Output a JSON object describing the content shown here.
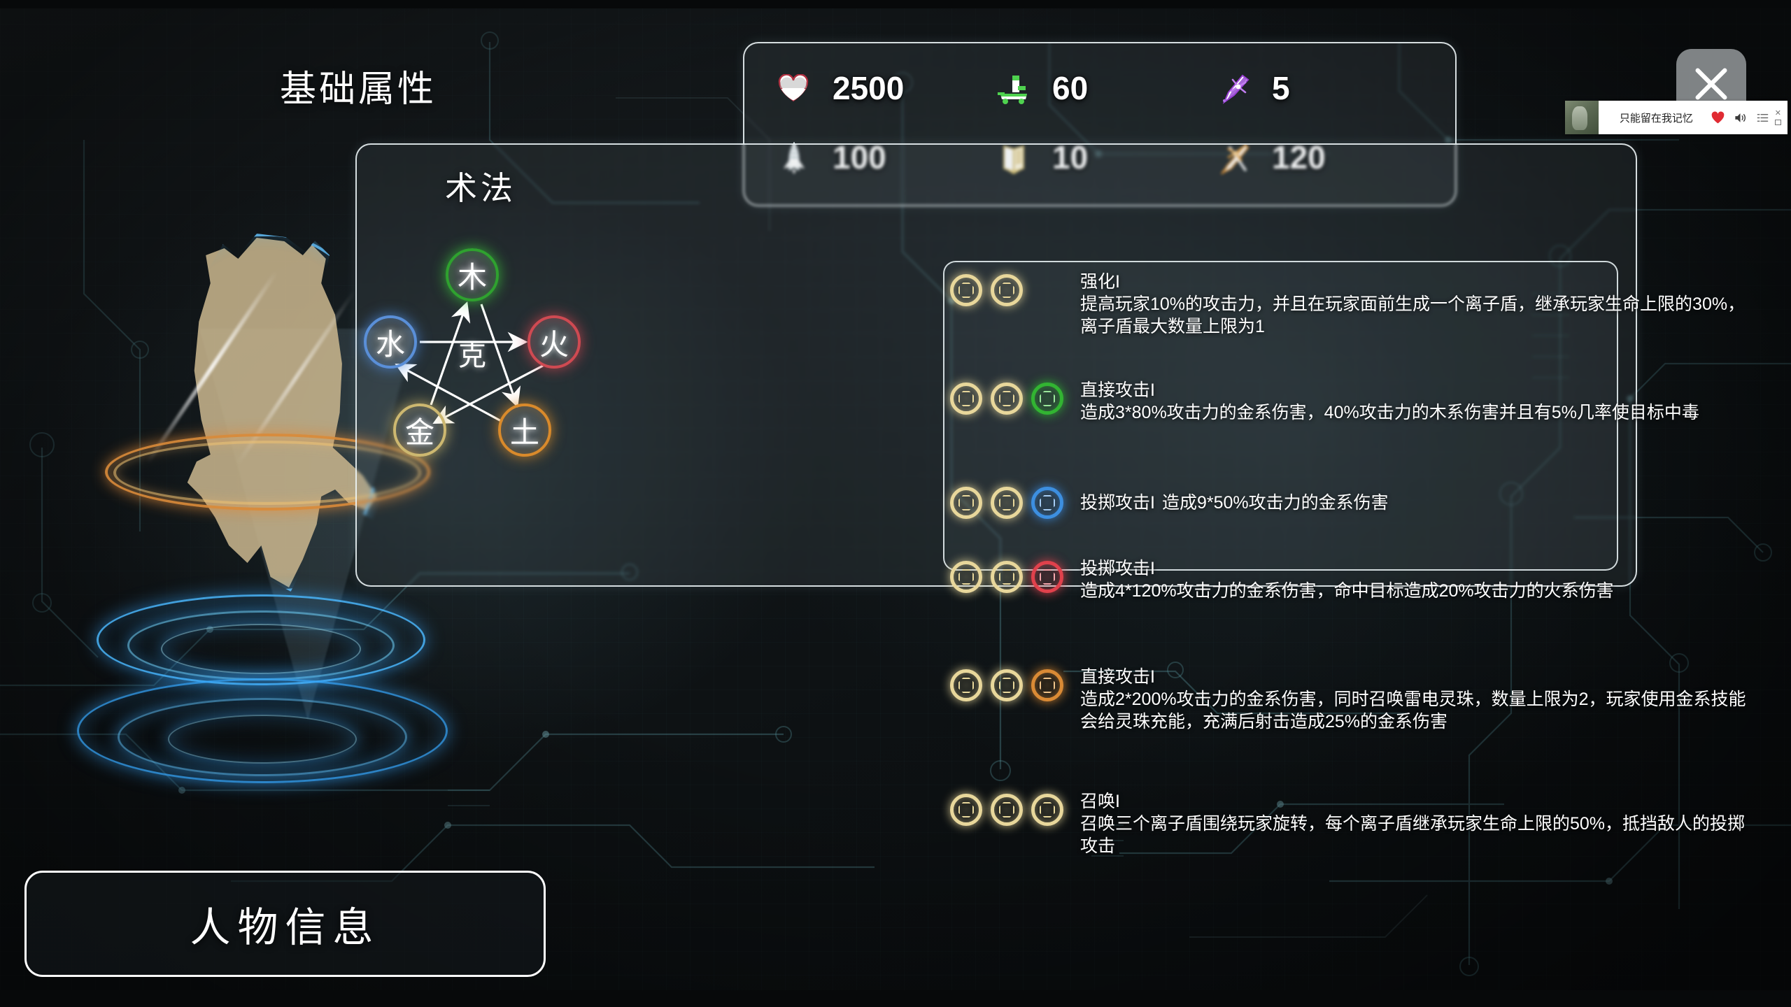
{
  "window": {
    "close_button": "close-icon"
  },
  "stats": {
    "title": "基础属性",
    "items": [
      {
        "icon": "heart-icon",
        "name": "生命值",
        "value": "2500"
      },
      {
        "icon": "shield-icon",
        "name": "防御力",
        "value": "60"
      },
      {
        "icon": "crit-icon",
        "name": "暴击",
        "value": "5"
      },
      {
        "icon": "speed-icon",
        "name": "速度",
        "value": "100"
      },
      {
        "icon": "book-icon",
        "name": "技能点",
        "value": "10"
      },
      {
        "icon": "attack-icon",
        "name": "攻击力",
        "value": "120"
      }
    ]
  },
  "spells": {
    "title": "术法",
    "wuxing": {
      "center_label": "克",
      "elements": [
        {
          "key": "wood",
          "label": "木",
          "color": "#2fa12f"
        },
        {
          "key": "water",
          "label": "水",
          "color": "#5a8fd8"
        },
        {
          "key": "fire",
          "label": "火",
          "color": "#cf4a52"
        },
        {
          "key": "metal",
          "label": "金",
          "color": "#cdb870"
        },
        {
          "key": "earth",
          "label": "土",
          "color": "#d98a2b"
        }
      ]
    },
    "skills": [
      {
        "icons": [
          "gold",
          "gold"
        ],
        "name": "强化I",
        "desc": "提高玩家10%的攻击力，并且在玩家面前生成一个离子盾，继承玩家生命上限的30%，离子盾最大数量上限为1",
        "inline": false
      },
      {
        "icons": [
          "gold",
          "gold",
          "green"
        ],
        "name": "直接攻击I",
        "desc": "造成3*80%攻击力的金系伤害，40%攻击力的木系伤害并且有5%几率使目标中毒",
        "inline": false
      },
      {
        "icons": [
          "gold",
          "gold",
          "blue"
        ],
        "name": "投掷攻击I",
        "desc": "造成9*50%攻击力的金系伤害",
        "inline": true
      },
      {
        "icons": [
          "gold",
          "gold",
          "red"
        ],
        "name": "投掷攻击I",
        "desc": "造成4*120%攻击力的金系伤害，命中目标造成20%攻击力的火系伤害",
        "inline": false
      },
      {
        "icons": [
          "gold",
          "gold",
          "orange"
        ],
        "name": "直接攻击I",
        "desc": "造成2*200%攻击力的金系伤害，同时召唤雷电灵珠，数量上限为2，玩家使用金系技能会给灵珠充能，充满后射击造成25%的金系伤害",
        "inline": false
      },
      {
        "icons": [
          "gold",
          "gold",
          "gold"
        ],
        "name": "召唤I",
        "desc": "召唤三个离子盾围绕玩家旋转，每个离子盾继承玩家生命上限的50%，抵挡敌人的投掷攻击",
        "inline": false
      }
    ]
  },
  "footer": {
    "info_button": "人物信息"
  },
  "music_widget": {
    "title": "只能留在我记忆",
    "like_icon": "heart-icon",
    "volume_icon": "speaker-icon",
    "playlist_icon": "list-icon",
    "close_icon": "close-icon",
    "restore_icon": "restore-icon"
  },
  "colors": {
    "accent_cyan": "#6fd3e0",
    "panel_border": "#f0f8fa",
    "gold": "#e8d79b",
    "wood_green": "#2fa12f",
    "water_blue": "#5a8fd8",
    "fire_red": "#cf4a52",
    "metal_gold": "#cdb870",
    "earth_orange": "#d98a2b"
  }
}
